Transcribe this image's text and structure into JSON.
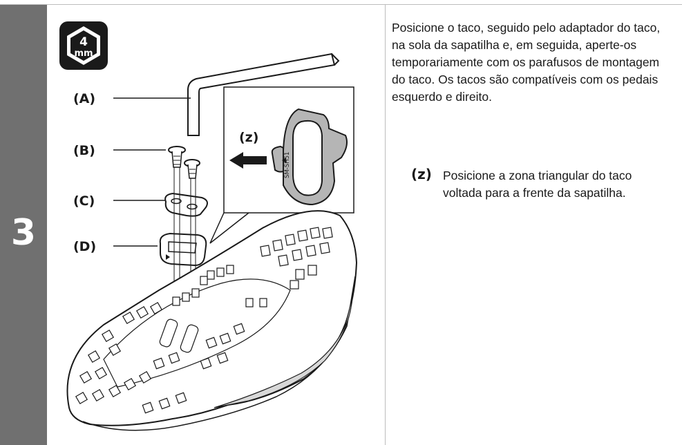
{
  "step": {
    "number": "3"
  },
  "tool": {
    "size": "4",
    "unit": "mm"
  },
  "labels": {
    "a": "(A)",
    "b": "(B)",
    "c": "(C)",
    "d": "(D)",
    "z": "(z)",
    "cleat_mark": "SM-SH51"
  },
  "instruction": "Posicione o taco, seguido pelo adaptador do taco, na sola da sapatilha e, em seguida, aperte-os temporariamente com os parafusos de montagem do taco. Os tacos são compatíveis com os pedais esquerdo e direito.",
  "note": {
    "marker": "(z)",
    "text": "Posicione a zona triangular do taco voltada para a frente da sapatilha."
  },
  "colors": {
    "step_bar": "#707070",
    "arrow": "#1a1a1a",
    "cleat_fill": "#b5b5b5"
  }
}
